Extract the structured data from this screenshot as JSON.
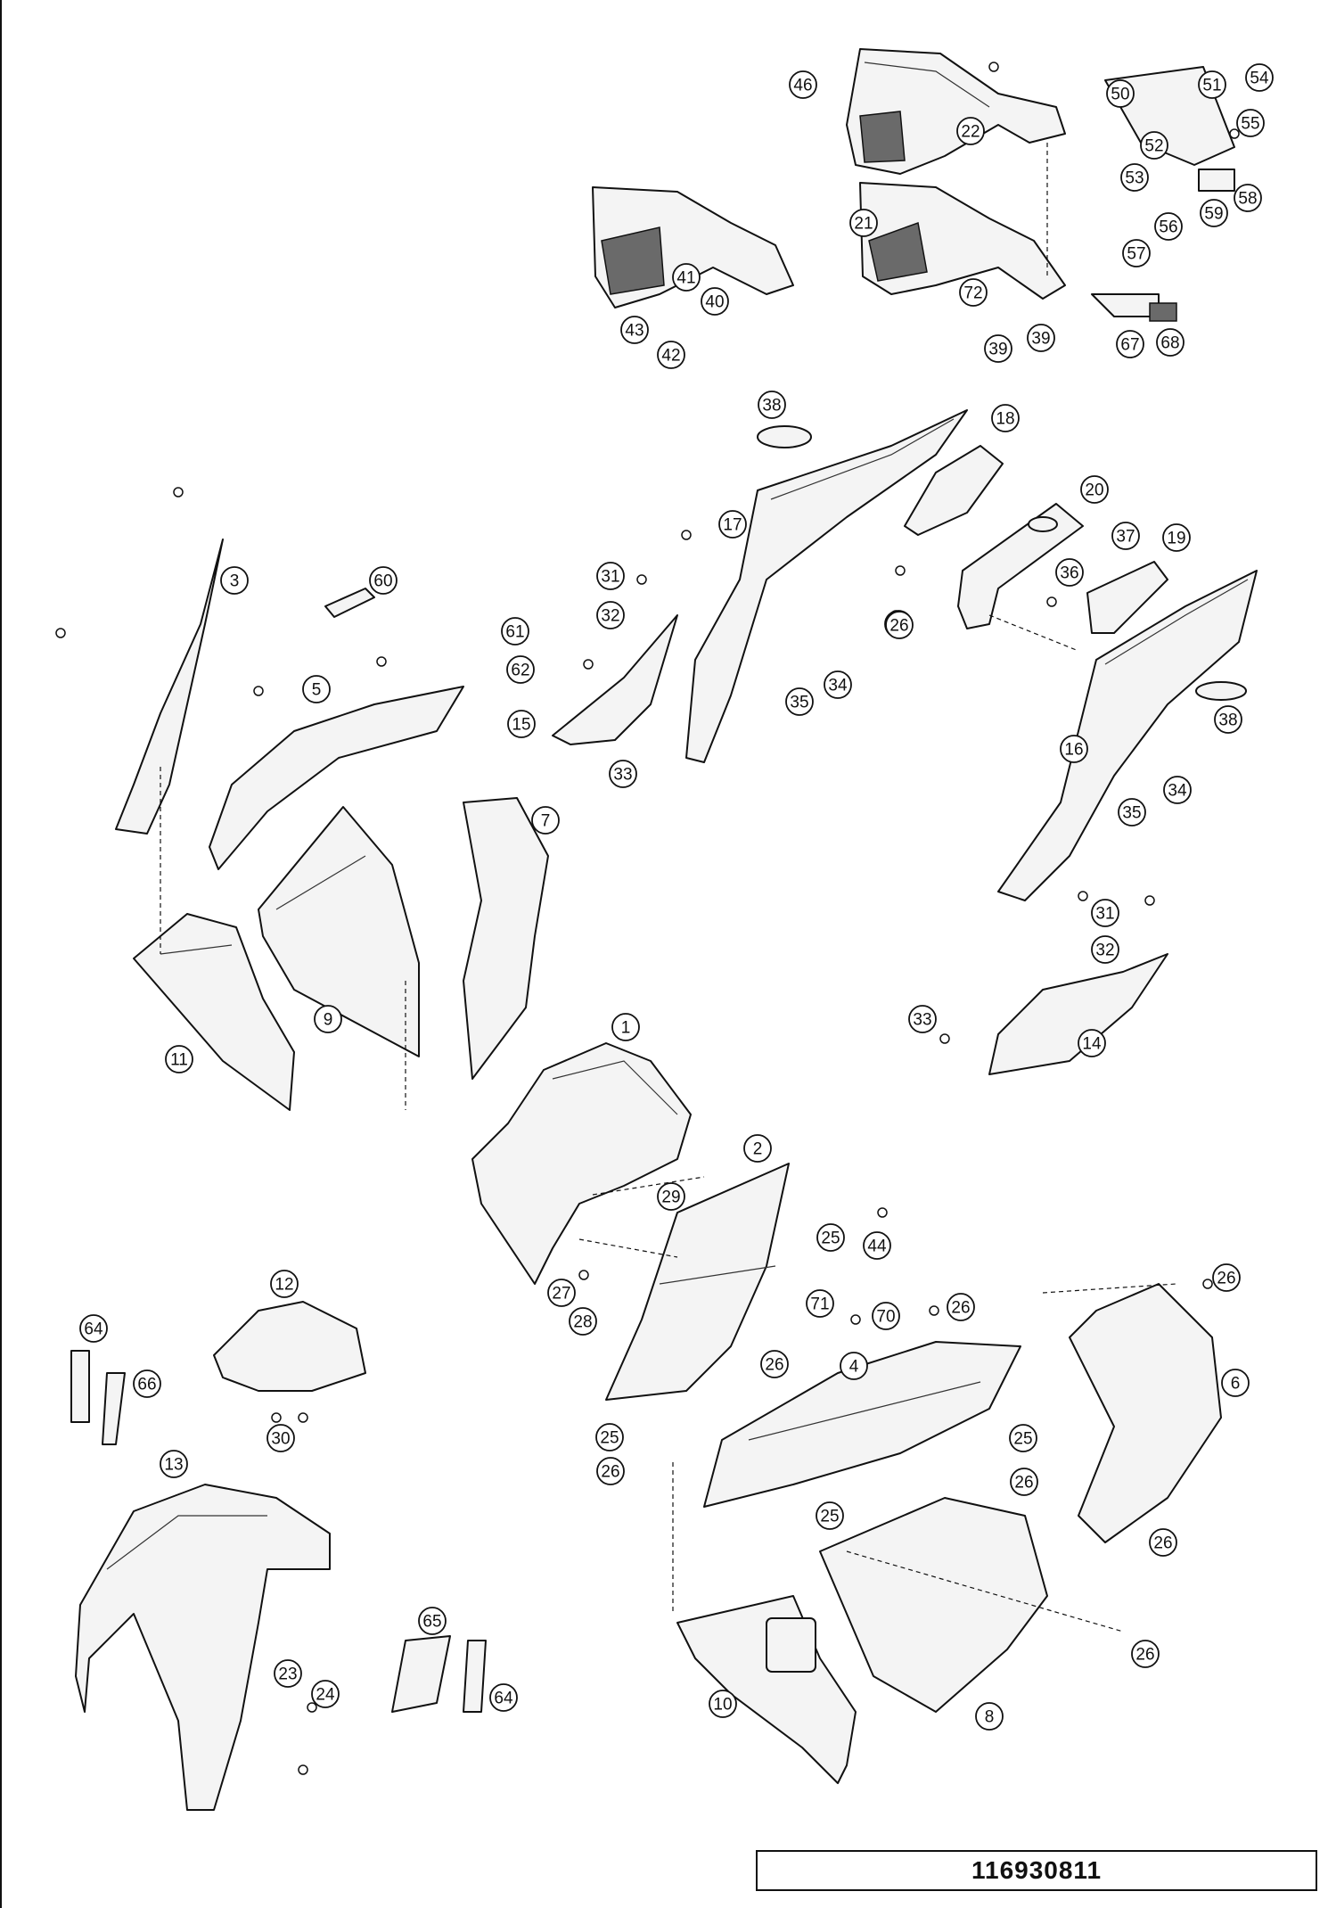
{
  "diagram": {
    "callouts": [
      "1",
      "2",
      "3",
      "4",
      "5",
      "6",
      "7",
      "8",
      "9",
      "10",
      "11",
      "12",
      "13",
      "14",
      "15",
      "16",
      "17",
      "18",
      "19",
      "20",
      "21",
      "22",
      "23",
      "24",
      "25",
      "26",
      "27",
      "28",
      "29",
      "30",
      "31",
      "32",
      "33",
      "34",
      "35",
      "36",
      "37",
      "38",
      "39",
      "40",
      "41",
      "42",
      "43",
      "44",
      "46",
      "50",
      "51",
      "52",
      "53",
      "54",
      "55",
      "56",
      "57",
      "58",
      "59",
      "60",
      "61",
      "62",
      "64",
      "65",
      "66",
      "67",
      "68",
      "70",
      "71",
      "72"
    ],
    "nodes": [
      {
        "id": "1",
        "label": "1",
        "shape": "circle"
      },
      {
        "id": "2",
        "label": "2",
        "shape": "circle"
      },
      {
        "id": "3",
        "label": "3",
        "shape": "circle"
      },
      {
        "id": "4",
        "label": "4",
        "shape": "circle"
      },
      {
        "id": "5",
        "label": "5",
        "shape": "circle"
      },
      {
        "id": "6",
        "label": "6",
        "shape": "circle"
      },
      {
        "id": "7",
        "label": "7",
        "shape": "circle"
      },
      {
        "id": "8",
        "label": "8",
        "shape": "circle"
      },
      {
        "id": "9",
        "label": "9",
        "shape": "circle"
      },
      {
        "id": "10",
        "label": "10",
        "shape": "circle"
      },
      {
        "id": "11",
        "label": "11",
        "shape": "circle"
      },
      {
        "id": "12",
        "label": "12",
        "shape": "circle"
      },
      {
        "id": "13",
        "label": "13",
        "shape": "circle"
      },
      {
        "id": "14",
        "label": "14",
        "shape": "circle"
      },
      {
        "id": "15",
        "label": "15",
        "shape": "circle"
      },
      {
        "id": "16",
        "label": "16",
        "shape": "circle"
      },
      {
        "id": "17",
        "label": "17",
        "shape": "circle"
      },
      {
        "id": "18",
        "label": "18",
        "shape": "circle"
      },
      {
        "id": "19",
        "label": "19",
        "shape": "circle"
      },
      {
        "id": "20",
        "label": "20",
        "shape": "circle"
      },
      {
        "id": "21",
        "label": "21",
        "shape": "circle"
      },
      {
        "id": "22",
        "label": "22",
        "shape": "circle"
      }
    ],
    "edges": []
  },
  "footer": {
    "reference_number": "116930811"
  }
}
